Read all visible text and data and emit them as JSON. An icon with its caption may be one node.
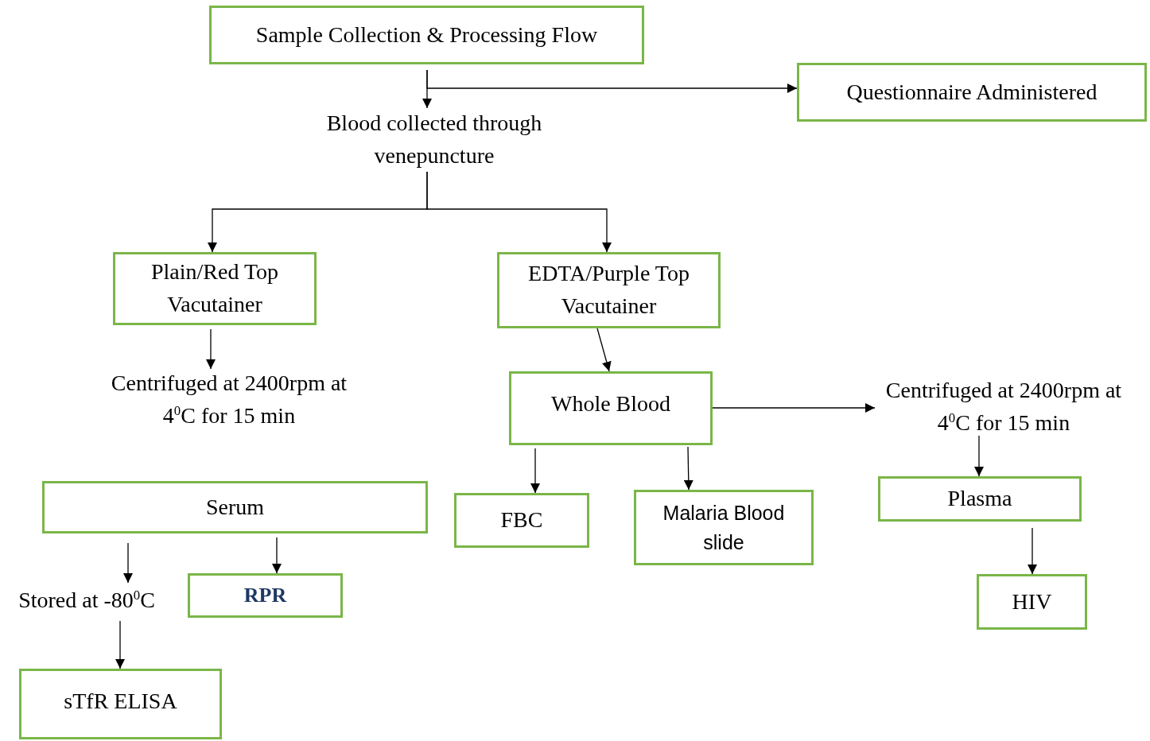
{
  "diagram": {
    "nodes": [
      {
        "text": [
          "Sample Collection & Processing Flow"
        ]
      },
      {
        "text": [
          "Questionnaire Administered"
        ]
      },
      {
        "text": [
          "Blood collected through venepuncture"
        ]
      },
      {
        "text": [
          "Plain/Red Top Vacutainer"
        ]
      },
      {
        "text": [
          "EDTA/Purple Top Vacutainer"
        ]
      },
      {
        "text": [
          "Centrifuged at 2400rpm at 4$^{0}$C for 15 min"
        ]
      },
      {
        "text": [
          "Whole Blood"
        ]
      },
      {
        "text": [
          "Centrifuged at 2400rpm at 4$^{0}$C for 15 min"
        ]
      },
      {
        "text": [
          "Serum"
        ]
      },
      {
        "text": [
          "FBC"
        ]
      },
      {
        "text": [
          "Malaria Blood slide"
        ]
      },
      {
        "text": [
          "Plasma"
        ]
      },
      {
        "text": [
          "Stored at -80$^{0}$C"
        ]
      },
      {
        "text": [
          "RPR"
        ]
      },
      {
        "text": [
          "HIV"
        ]
      },
      {
        "text": [
          "sTfR ELISA"
        ]
      }
    ],
    "edges": [
      {
        "from": 0,
        "to": 2,
        "arrow": "to"
      },
      {
        "from": 0,
        "to": 1,
        "arrow": "to"
      },
      {
        "from": 2,
        "to": 3,
        "arrow": "to"
      },
      {
        "from": 2,
        "to": 4,
        "arrow": "to"
      },
      {
        "from": 3,
        "to": 5,
        "arrow": "to"
      },
      {
        "from": 4,
        "to": 6,
        "arrow": "to"
      },
      {
        "from": 6,
        "to": 7,
        "arrow": "to"
      },
      {
        "from": 6,
        "to": 9,
        "arrow": "to"
      },
      {
        "from": 6,
        "to": 10,
        "arrow": "to"
      },
      {
        "from": 7,
        "to": 11,
        "arrow": "to"
      },
      {
        "from": 11,
        "to": 14,
        "arrow": "to"
      },
      {
        "from": 8,
        "to": 12,
        "arrow": "to"
      },
      {
        "from": 8,
        "to": 13,
        "arrow": "to"
      },
      {
        "from": 12,
        "to": 15,
        "arrow": "to"
      }
    ]
  }
}
